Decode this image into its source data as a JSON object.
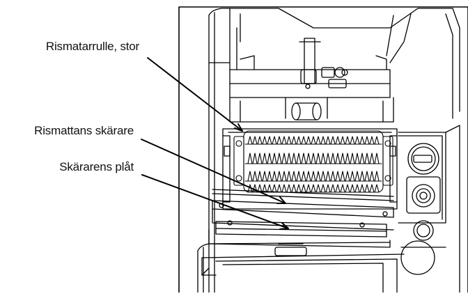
{
  "callouts": [
    {
      "id": "rismatarrulle",
      "text": "Rismatarrulle, stor"
    },
    {
      "id": "rismattans-skarare",
      "text": "Rismattans skärare"
    },
    {
      "id": "skararens-plat",
      "text": "Skärarens plåt"
    }
  ]
}
